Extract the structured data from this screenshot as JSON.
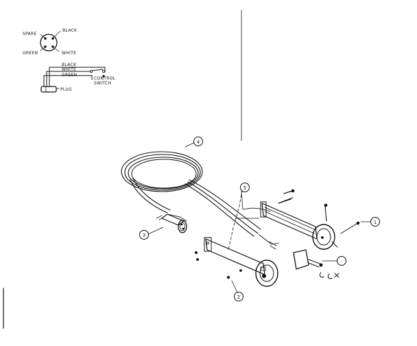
{
  "diagram": {
    "connector_pinout": {
      "pins": [
        {
          "id": "spare",
          "label": "SPARE"
        },
        {
          "id": "black",
          "label": "BLACK"
        },
        {
          "id": "green",
          "label": "GREEN"
        },
        {
          "id": "white",
          "label": "WHITE"
        }
      ]
    },
    "wiring": {
      "wires": [
        {
          "id": "black",
          "label": "BLACK"
        },
        {
          "id": "white",
          "label": "WHITE"
        },
        {
          "id": "green",
          "label": "GREEN"
        }
      ],
      "switch_label_line1": "CONTROL",
      "switch_label_line2": "SWITCH",
      "plug_label": "PLUG"
    },
    "callouts": [
      {
        "id": "1",
        "label": "1"
      },
      {
        "id": "2",
        "label": "2"
      },
      {
        "id": "3",
        "label": "3"
      },
      {
        "id": "4",
        "label": "4"
      },
      {
        "id": "5",
        "label": "5"
      },
      {
        "id": "6",
        "label": ""
      }
    ]
  }
}
